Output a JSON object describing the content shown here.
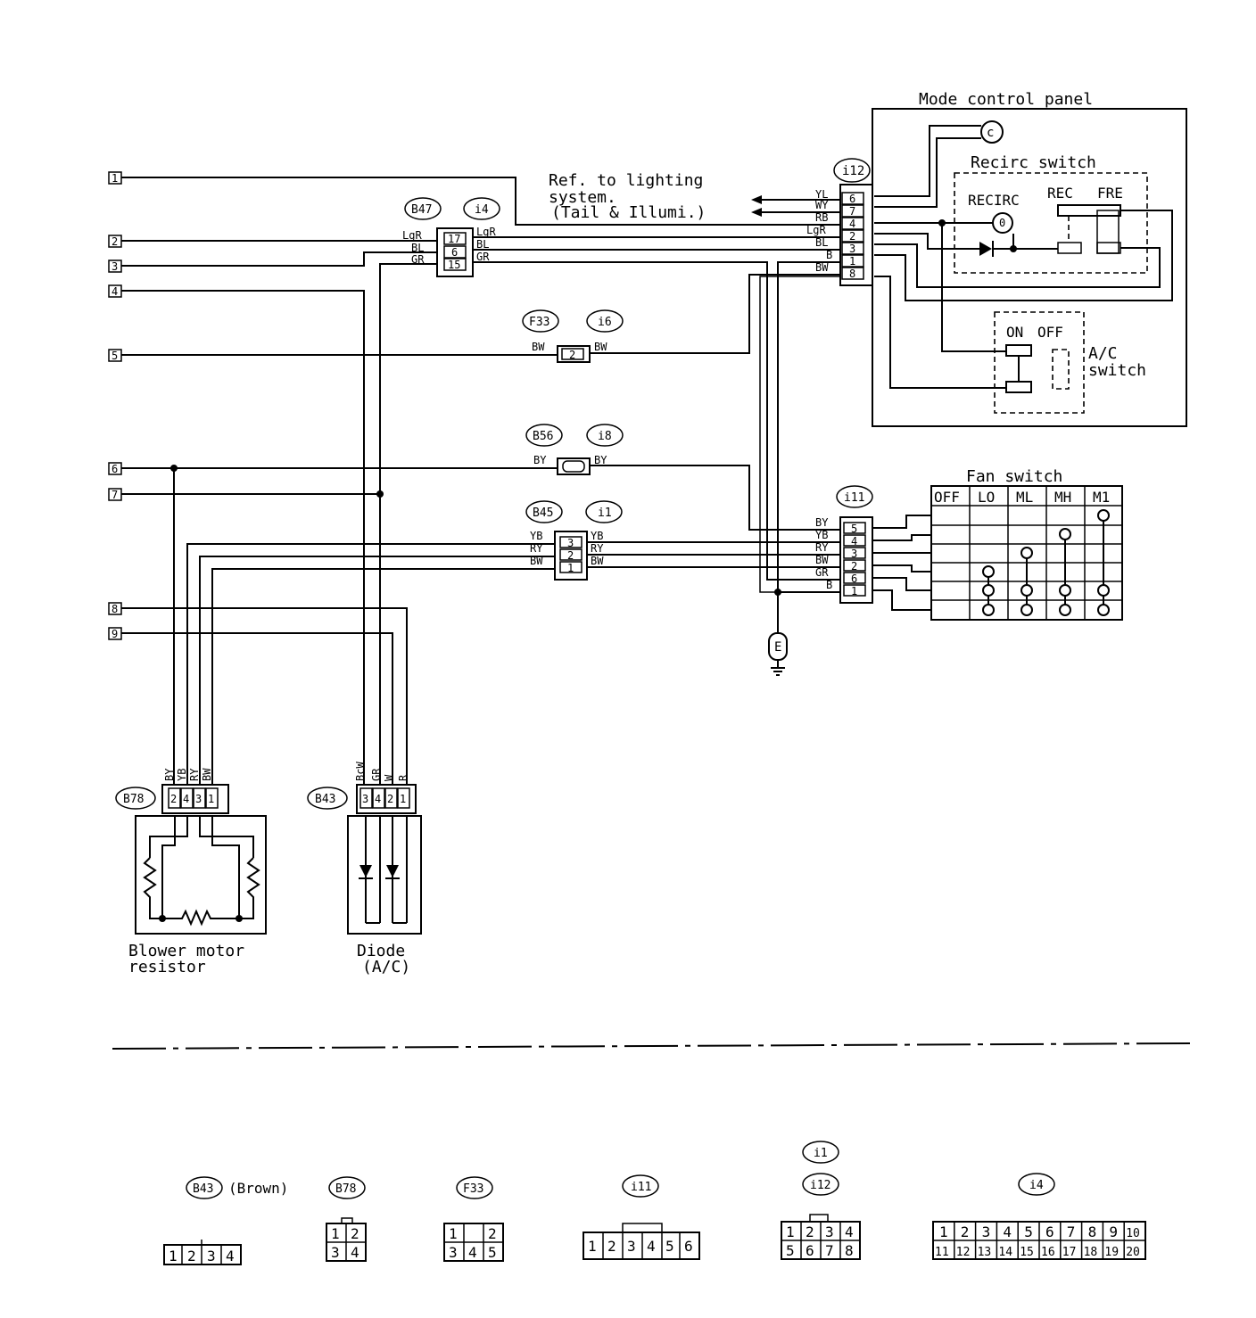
{
  "panel": {
    "title": "Mode control panel",
    "recirc_switch": "Recirc switch",
    "recirc": "RECIRC",
    "rec": "REC",
    "fre": "FRE",
    "c_symbol": "c",
    "recirc_lamp": "0"
  },
  "ac_switch": {
    "on": "ON",
    "off": "OFF",
    "label_1": "A/C",
    "label_2": "switch"
  },
  "fan_switch": {
    "title": "Fan switch",
    "headers": [
      "OFF",
      "LO",
      "ML",
      "MH",
      "M1"
    ]
  },
  "lighting_ref": {
    "line1": "Ref. to lighting",
    "line2": "system.",
    "line3": "(Tail & Illumi.)"
  },
  "terminals": [
    "1",
    "2",
    "3",
    "4",
    "5",
    "6",
    "7",
    "8",
    "9"
  ],
  "connectors": {
    "b47": "B47",
    "i4": "i4",
    "f33": "F33",
    "i6": "i6",
    "b56": "B56",
    "i8": "i8",
    "b45": "B45",
    "i1": "i1",
    "i12": "i12",
    "i11": "i11",
    "b78": "B78",
    "b43": "B43",
    "e": "E"
  },
  "pins": {
    "i4": [
      "17",
      "6",
      "15"
    ],
    "f33": [
      "2"
    ],
    "i1": [
      "3",
      "2",
      "1"
    ],
    "i12": [
      "6",
      "7",
      "4",
      "2",
      "3",
      "1",
      "8"
    ],
    "i11": [
      "5",
      "4",
      "3",
      "2",
      "6",
      "1"
    ],
    "b78": [
      "2",
      "4",
      "3",
      "1"
    ],
    "b43": [
      "3",
      "4",
      "2",
      "1"
    ]
  },
  "wire_colors": {
    "lgr": "LgR",
    "bl": "BL",
    "gr": "GR",
    "bw": "BW",
    "by": "BY",
    "yb": "YB",
    "ry": "RY",
    "yl": "YL",
    "wy": "WY",
    "rb": "RB",
    "b": "B",
    "bcw": "BcW",
    "r": "R",
    "w": "W"
  },
  "components": {
    "blower_1": "Blower motor",
    "blower_2": "resistor",
    "diode_1": "Diode",
    "diode_2": "(A/C)"
  },
  "legend": {
    "b43": "B43",
    "b43_color": "(Brown)",
    "b78": "B78",
    "f33": "F33",
    "i11": "i11",
    "i1": "i1",
    "i12": "i12",
    "i4": "i4",
    "b43_pins": [
      "1",
      "2",
      "3",
      "4"
    ],
    "b78_pins": [
      "1",
      "2",
      "3",
      "4"
    ],
    "f33_pins": [
      "1",
      "2",
      "3",
      "4",
      "5"
    ],
    "i11_pins": [
      "1",
      "2",
      "3",
      "4",
      "5",
      "6"
    ],
    "i12_pins": [
      "1",
      "2",
      "3",
      "4",
      "5",
      "6",
      "7",
      "8"
    ],
    "i4_pins": [
      "1",
      "2",
      "3",
      "4",
      "5",
      "6",
      "7",
      "8",
      "9",
      "10",
      "11",
      "12",
      "13",
      "14",
      "15",
      "16",
      "17",
      "18",
      "19",
      "20"
    ]
  }
}
